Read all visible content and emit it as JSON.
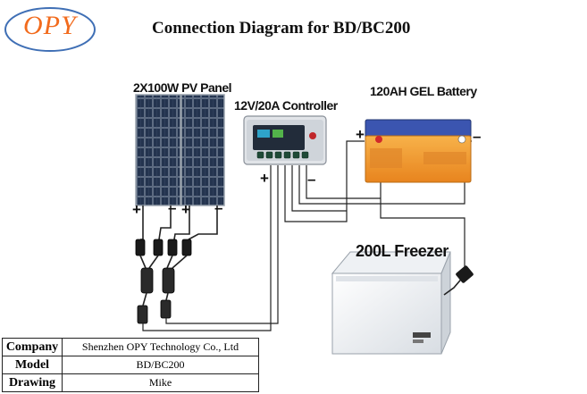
{
  "logo": {
    "text": "OPY"
  },
  "title": "Connection Diagram for BD/BC200",
  "labels": {
    "pv_panel": "2X100W PV Panel",
    "controller": "12V/20A Controller",
    "battery": "120AH GEL Battery",
    "freezer": "200L Freezer"
  },
  "polarity": {
    "plus": "+",
    "minus": "–"
  },
  "info_table": [
    {
      "key": "Company",
      "value": "Shenzhen OPY Technology Co., Ltd"
    },
    {
      "key": "Model",
      "value": "BD/BC200"
    },
    {
      "key": "Drawing",
      "value": "Mike"
    }
  ],
  "colors": {
    "logo_orange": "#f26b1d",
    "logo_ring": "#3f6fb5",
    "battery_body": "#f39a2d",
    "battery_top": "#3b55b0",
    "panel_cell": "#1c2a3f",
    "controller_body": "#dfe3e8"
  }
}
